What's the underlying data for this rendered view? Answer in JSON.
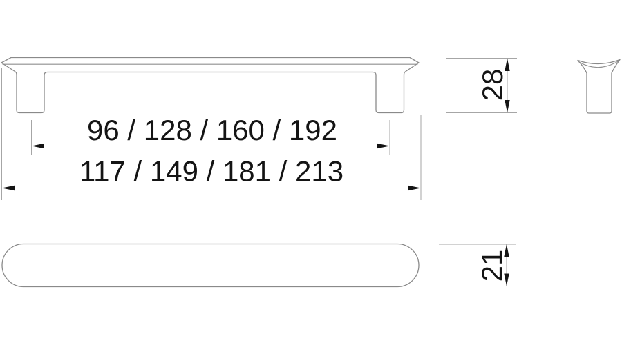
{
  "drawing": {
    "type": "technical-dimension-drawing",
    "subject": "cabinet-pull-handle",
    "dimensions": {
      "hole_spacing_mm": "96 / 128 / 160 / 192",
      "overall_length_mm": "117 / 149 / 181 / 213",
      "height_mm": "28",
      "depth_mm": "21"
    },
    "colors": {
      "background": "#ffffff",
      "outline": "#8a8a8a",
      "dimension_line": "#a6a6a6",
      "text_and_arrows": "#141414"
    }
  }
}
